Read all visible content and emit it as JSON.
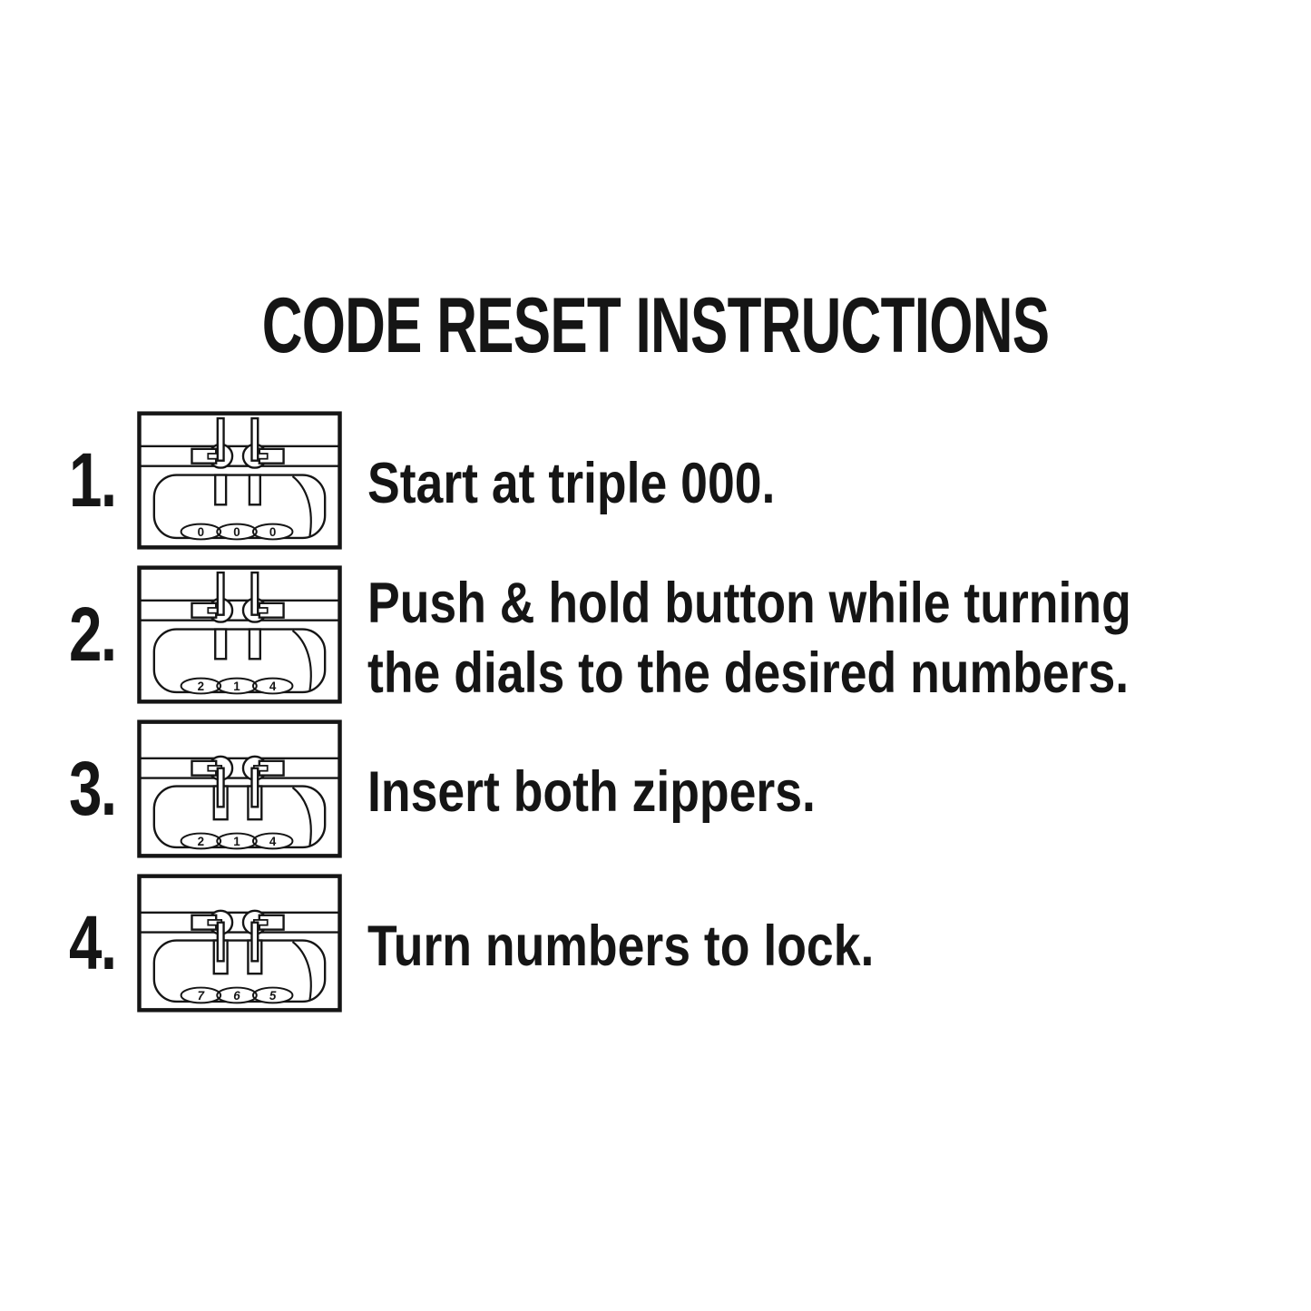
{
  "title": "CODE RESET INSTRUCTIONS",
  "colors": {
    "ink": "#151515",
    "background": "#ffffff"
  },
  "steps": [
    {
      "number": "1.",
      "text": "Start at triple 000.",
      "dials": [
        "0",
        "0",
        "0"
      ],
      "zipper_state": "released"
    },
    {
      "number": "2.",
      "text": "Push & hold button while turning\nthe dials to the desired numbers.",
      "dials": [
        "2",
        "1",
        "4"
      ],
      "zipper_state": "released"
    },
    {
      "number": "3.",
      "text": "Insert both zippers.",
      "dials": [
        "2",
        "1",
        "4"
      ],
      "zipper_state": "inserted"
    },
    {
      "number": "4.",
      "text": "Turn numbers to lock.",
      "dials": [
        "7",
        "6",
        "5"
      ],
      "zipper_state": "inserted"
    }
  ]
}
